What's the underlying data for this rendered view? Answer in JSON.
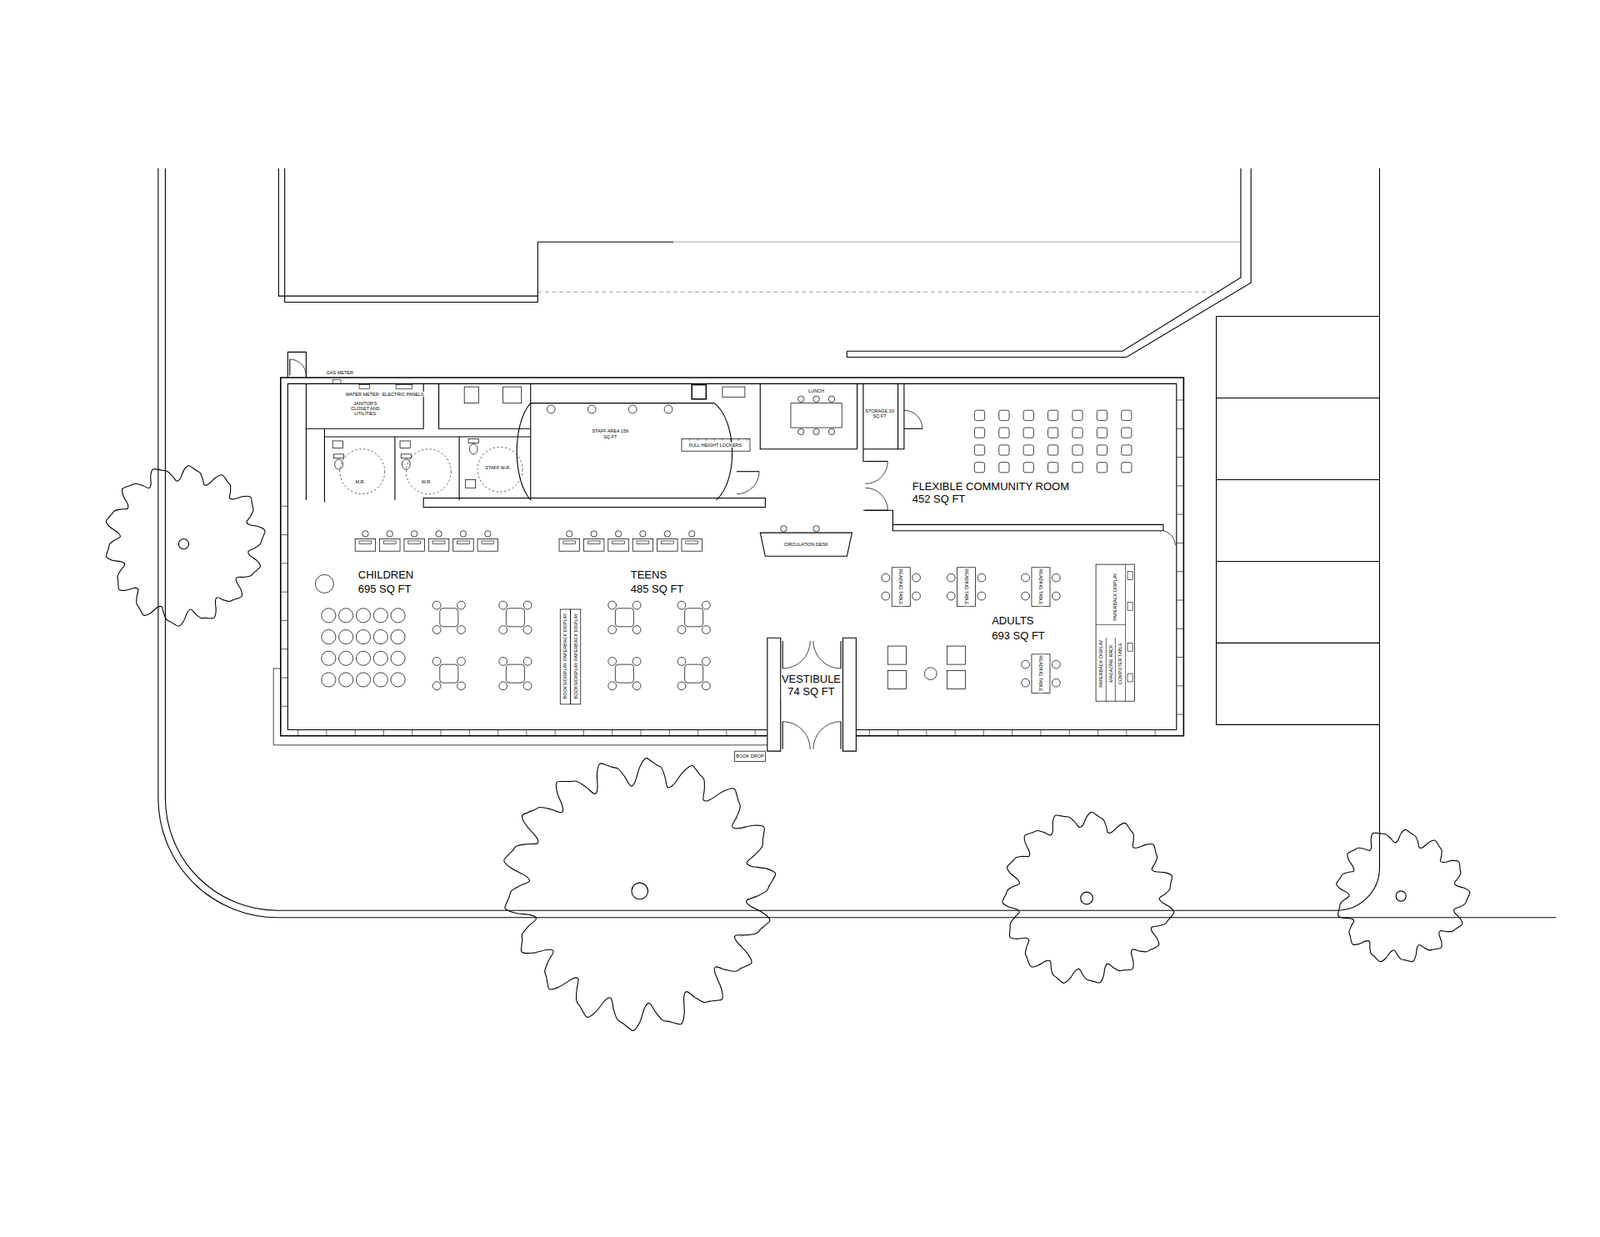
{
  "diagram": {
    "nodes": [
      {
        "text": [
          "JANITOR'S CLOSET AND UTILITIES"
        ]
      },
      {
        "text": [
          "M.R."
        ]
      },
      {
        "text": [
          "W.R."
        ]
      },
      {
        "text": [
          "STAFF W.R."
        ]
      },
      {
        "text": [
          "STAFF AREA 159 SQ FT"
        ]
      },
      {
        "text": [
          "STORAGE 33 SQ FT"
        ]
      },
      {
        "text": [
          "FLEXIBLE COMMUNITY ROOM",
          "452 SQ FT"
        ]
      },
      {
        "text": [
          "VESTIBULE",
          "74 SQ FT"
        ]
      }
    ],
    "labels": [
      "CHILDREN",
      "695 SQ FT",
      "TEENS",
      "485 SQ FT",
      "ADULTS",
      "693 SQ FT",
      "GAS METER",
      "WATER METER",
      "ELECTRIC PANELS",
      "LUNCH",
      "FULL HEIGHT LOCKERS",
      "CIRCULATION DESK",
      "BOOK DROP",
      "BOOKS/DISPLAY PAPERBACK DISPLAY",
      "BOOKS/DISPLAY PAPERBACK DISPLAY",
      "READING TABLE",
      "READING TABLE",
      "READING TABLE",
      "READING TABLE",
      "PAPERBACK DISPLAY",
      "MAGAZINE RACK",
      "COMPUTER TABLE",
      "PAPERBACK DISPLAY"
    ]
  }
}
